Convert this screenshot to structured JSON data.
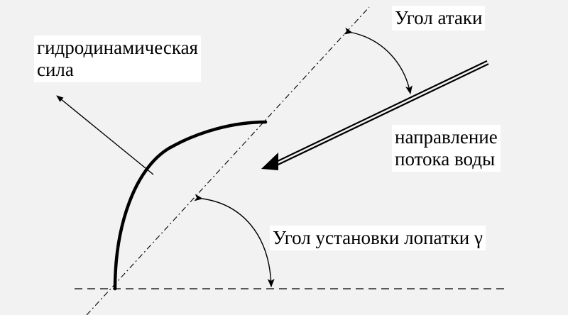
{
  "labels": {
    "angle_of_attack": "Угол  атаки",
    "hydrodynamic_force": [
      "гидродинамическая",
      "сила"
    ],
    "water_flow_direction": [
      "направление",
      "потока воды"
    ],
    "blade_setting_angle": "Угол  установки лопатки  γ"
  },
  "colors": {
    "background": "#f2f2f2",
    "stroke": "#000000",
    "label_background": "#ffffff"
  }
}
